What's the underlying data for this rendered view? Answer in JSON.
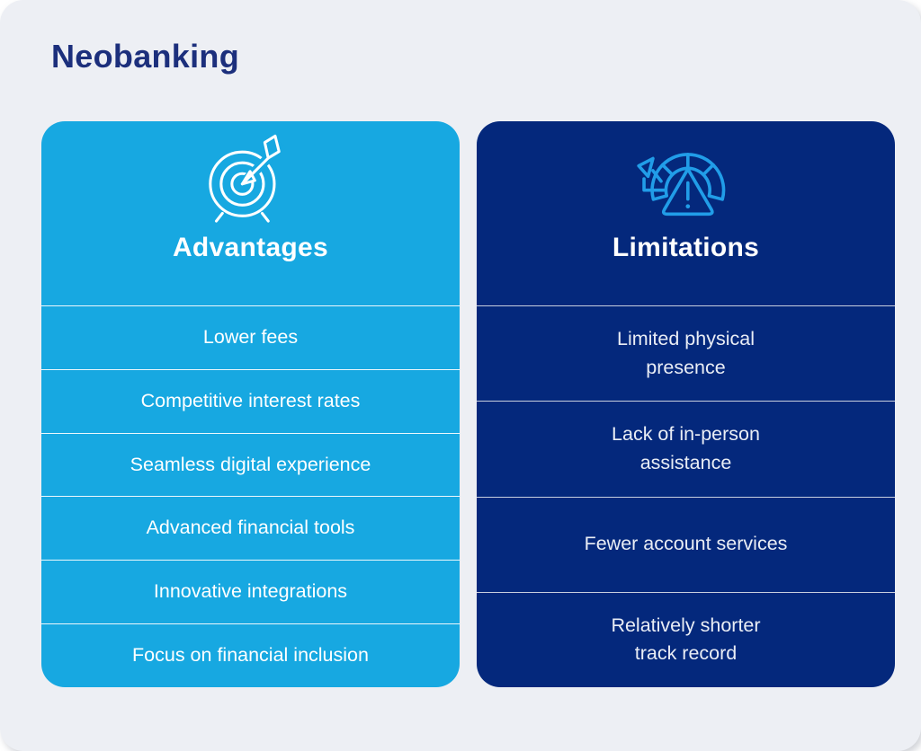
{
  "page": {
    "title": "Neobanking"
  },
  "colors": {
    "outer_bg": "#FFFFFF",
    "canvas_bg": "#EDEFF4",
    "title_color": "#1C2F7C",
    "advantages_bg": "#17A8E1",
    "limitations_bg": "#04287C",
    "advantages_text": "#FFFFFF",
    "limitations_text": "#E9EDF5",
    "advantages_divider": "rgba(255,255,255,0.92)",
    "limitations_divider": "#C9CFDF",
    "advantages_icon_stroke": "#FFFFFF",
    "limitations_icon_stroke": "#219DE8"
  },
  "advantages": {
    "heading": "Advantages",
    "icon": "target-arrow-icon",
    "items": [
      "Lower fees",
      "Competitive interest rates",
      "Seamless digital experience",
      "Advanced financial tools",
      "Innovative integrations",
      "Focus on financial inclusion"
    ]
  },
  "limitations": {
    "heading": "Limitations",
    "icon": "gauge-warning-icon",
    "items": [
      "Limited physical\npresence",
      "Lack of in-person\nassistance",
      "Fewer account services",
      "Relatively shorter\ntrack record"
    ]
  }
}
